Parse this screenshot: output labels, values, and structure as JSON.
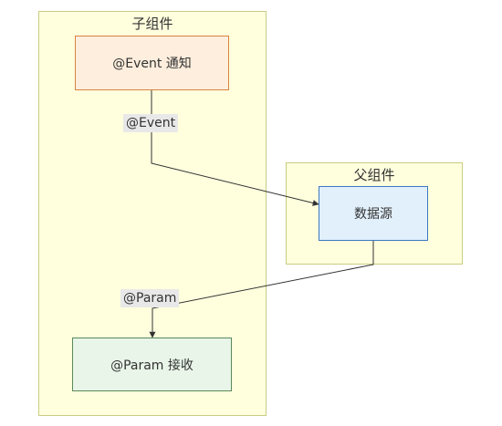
{
  "clusters": {
    "child": {
      "title": "子组件"
    },
    "parent": {
      "title": "父组件"
    }
  },
  "nodes": {
    "event_notify": {
      "label": "@Event 通知",
      "fill": "#fdeedd",
      "stroke": "#d9833f"
    },
    "data_source": {
      "label": "数据源",
      "fill": "#e2f0fc",
      "stroke": "#3b78c2"
    },
    "param_receive": {
      "label": "@Param 接收",
      "fill": "#e9f5e9",
      "stroke": "#5a8a5a"
    }
  },
  "edges": {
    "event": {
      "label": "@Event"
    },
    "param": {
      "label": "@Param"
    }
  },
  "colors": {
    "cluster_fill": "#ffffde",
    "cluster_stroke": "#c9cc82",
    "edge_stroke": "#333333"
  }
}
